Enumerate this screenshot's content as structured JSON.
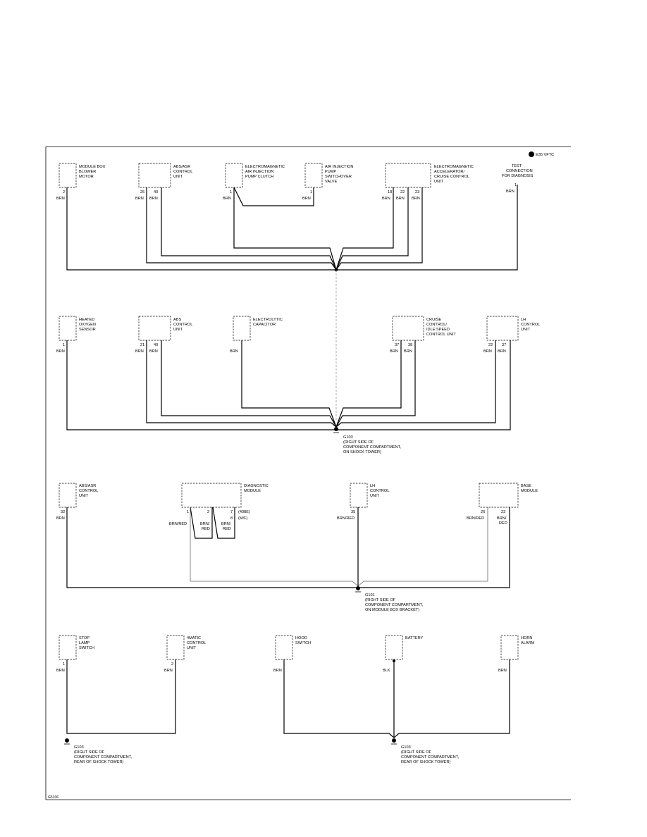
{
  "header": {
    "vehicle": "E35 VFTC"
  },
  "footer": {
    "code": "G5106"
  },
  "s1": {
    "c1": {
      "name": [
        "MODULE BOX",
        "BLOWER",
        "MOTOR"
      ],
      "pin": "2",
      "wire": "BRN"
    },
    "c2": {
      "name": [
        "ABS/ASR",
        "CONTROL",
        "UNIT"
      ],
      "pin_a": "25",
      "pin_b": "40",
      "wire_a": "BRN",
      "wire_b": "BRN"
    },
    "c3": {
      "name": [
        "ELECTROMAGNETIC",
        "AIR INJECTION",
        "PUMP CLUTCH"
      ],
      "pin": "1",
      "wire": "BRN"
    },
    "c4": {
      "name": [
        "AIR INJECTION",
        "PUMP",
        "SWITCHOVER",
        "VALVE"
      ],
      "pin": "1",
      "wire": "BRN"
    },
    "c5": {
      "name": [
        "ELECTROMAGNETIC",
        "ACCELERATOR/",
        "CRUISE CONTROL",
        "UNIT"
      ],
      "pin_a": "18",
      "pin_b": "22",
      "pin_c": "23",
      "wire_a": "BRN",
      "wire_b": "BRN",
      "wire_c": "BRN"
    },
    "c6": {
      "name": [
        "TEST",
        "CONNECTION",
        "FOR DIAGNOSIS"
      ],
      "pin": "1",
      "wire": "BRN"
    }
  },
  "s2": {
    "c1": {
      "name": [
        "HEATED",
        "OXYGEN",
        "SENSOR"
      ],
      "pin": "1",
      "wire": "BRN"
    },
    "c2": {
      "name": [
        "ABS",
        "CONTROL",
        "UNIT"
      ],
      "pin_a": "21",
      "pin_b": "40",
      "wire_a": "BRN",
      "wire_b": "BRN"
    },
    "c3": {
      "name": [
        "ELECTROLYTIC",
        "CAPACITOR"
      ],
      "wire": "BRN"
    },
    "c4": {
      "name": [
        "CRUISE",
        "CONTROL/",
        "IDLE SPEED",
        "CONTROL UNIT"
      ],
      "pin_a": "37",
      "pin_b": "38",
      "wire_a": "BRN",
      "wire_b": "BRN"
    },
    "c5": {
      "name": [
        "LH",
        "CONTROL",
        "UNIT"
      ],
      "pin_a": "22",
      "pin_b": "37",
      "wire_a": "BRN",
      "wire_b": "BRN"
    },
    "ground": {
      "id": "G103",
      "desc": [
        "(RIGHT SIDE OF",
        "COMPONENT COMPARTMENT,",
        "ON SHOCK TOWER)"
      ]
    }
  },
  "s3": {
    "c1": {
      "name": [
        "ABS/ASR",
        "CONTROL",
        "UNIT"
      ],
      "pin": "32",
      "wire": "BRN"
    },
    "c2": {
      "name": [
        "DIAGNOSTIC",
        "MODULE"
      ],
      "pin_a": "1",
      "pin_b": "2",
      "pin_c": "7",
      "pin_d": "8",
      "model_a": "(408E)",
      "model_b": "(M/F)",
      "wire_a": "BRN/RED",
      "wire_b": [
        "BRN/",
        "RED"
      ],
      "wire_c": [
        "BRN/",
        "RED"
      ]
    },
    "c3": {
      "name": [
        "LH",
        "CONTROL",
        "UNIT"
      ],
      "pin": "35",
      "wire": "BRN/RED"
    },
    "c4": {
      "name": [
        "BASE",
        "MODULE"
      ],
      "pin_a": "26",
      "pin_b": "23",
      "wire_a": "BRN/RED",
      "wire_b": [
        "BRN/",
        "RED"
      ]
    },
    "ground": {
      "id": "G101",
      "desc": [
        "(RIGHT SIDE OF",
        "COMPONENT COMPARTMENT,",
        "ON MODULE BOX BRACKET)"
      ]
    }
  },
  "s4": {
    "c1": {
      "name": [
        "STOP",
        "LAMP",
        "SWITCH"
      ],
      "pin": "1",
      "wire": "BRN"
    },
    "c2": {
      "name": [
        "4MATIC",
        "CONTROL",
        "UNIT"
      ],
      "pin": "2",
      "wire": "BRN"
    },
    "c3": {
      "name": [
        "HOOD",
        "SWITCH"
      ],
      "wire": "BRN"
    },
    "c4": {
      "name": [
        "BATTERY"
      ],
      "wire": "BLK"
    },
    "c5": {
      "name": [
        "HORN",
        "ALARM"
      ],
      "wire": "BRN"
    },
    "ground_a": {
      "id": "G103",
      "desc": [
        "(RIGHT SIDE OF",
        "COMPONENT COMPARTMENT,",
        "REAR OF SHOCK TOWER)"
      ]
    },
    "ground_b": {
      "id": "G103",
      "desc": [
        "(RIGHT SIDE OF",
        "COMPONENT COMPARTMENT,",
        "REAR OF SHOCK TOWER)"
      ]
    }
  }
}
